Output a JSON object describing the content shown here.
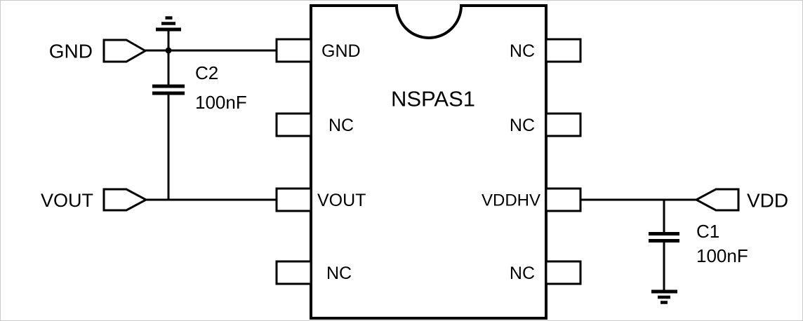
{
  "schematic": {
    "ic": {
      "name": "NSPAS1",
      "left_pins": [
        {
          "name": "GND"
        },
        {
          "name": "NC"
        },
        {
          "name": "VOUT"
        },
        {
          "name": "NC"
        }
      ],
      "right_pins": [
        {
          "name": "NC"
        },
        {
          "name": "NC"
        },
        {
          "name": "VDDHV"
        },
        {
          "name": "NC"
        }
      ]
    },
    "ports": {
      "gnd": {
        "label": "GND"
      },
      "vout": {
        "label": "VOUT"
      },
      "vdd": {
        "label": "VDD"
      }
    },
    "capacitors": {
      "c2": {
        "ref": "C2",
        "value": "100nF"
      },
      "c1": {
        "ref": "C1",
        "value": "100nF"
      }
    },
    "colors": {
      "stroke": "#000000",
      "background": "#ffffff"
    }
  }
}
